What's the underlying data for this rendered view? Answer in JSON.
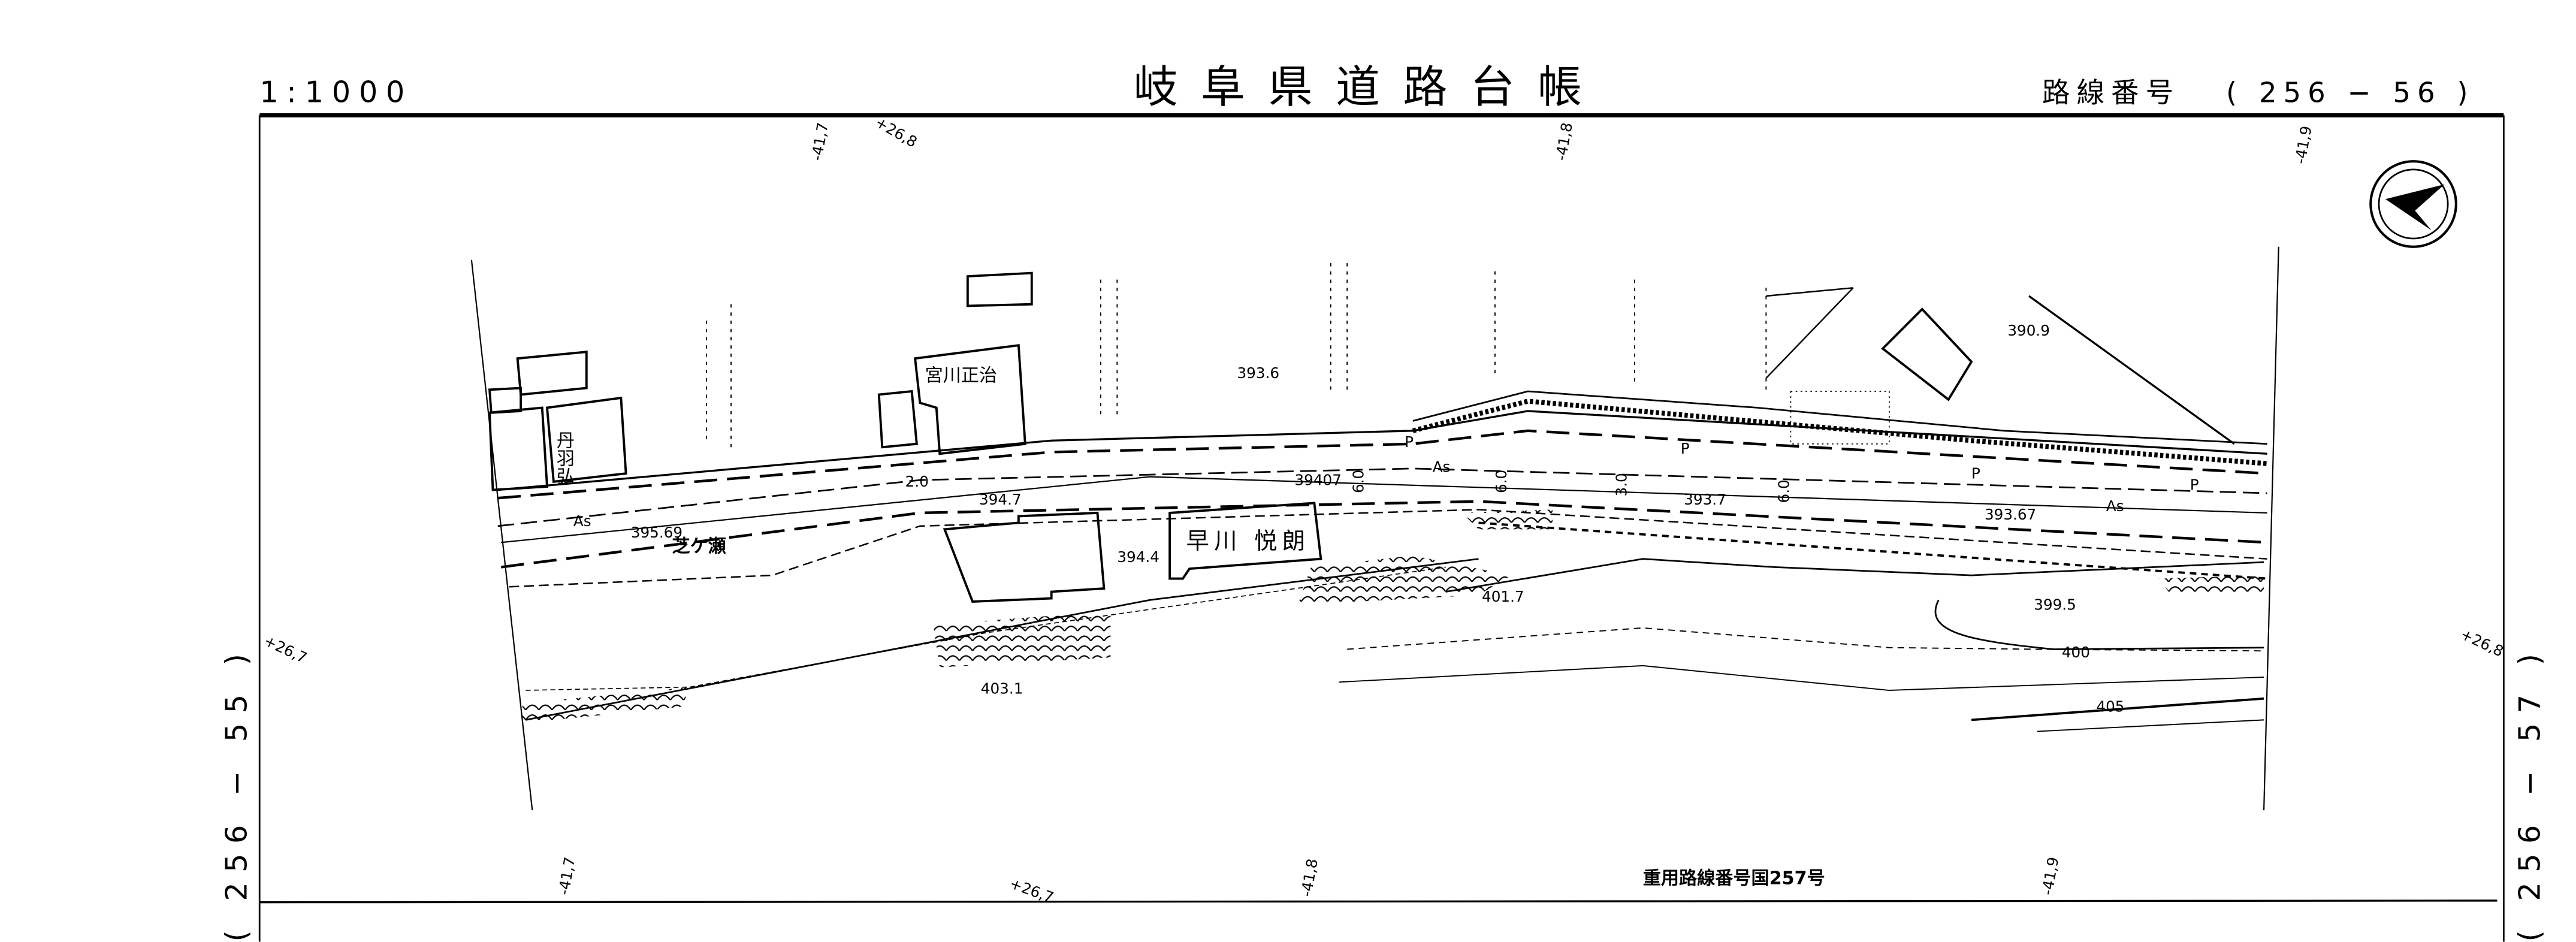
{
  "header": {
    "scale": "1:1000",
    "title": "岐阜県道路台帳",
    "route_label": "路線番号",
    "route_number": "( 256 − 56 )"
  },
  "adjacent_sheets": {
    "left": "( 256 − 55 )",
    "right": "( 256 − 57 )"
  },
  "footer": {
    "overlap_route": "重用路線番号国257号"
  },
  "grid_marks": {
    "top": [
      "-41,7",
      "+26,8",
      "-41,8",
      "-41,9"
    ],
    "sides": [
      "+26,7",
      "+26,8"
    ],
    "bottom": [
      "-41,7",
      "+26,7",
      "-41,8",
      "-41,9"
    ]
  },
  "map": {
    "elevations": [
      "393.6",
      "394.7",
      "39407",
      "393.7",
      "393.67",
      "390.9",
      "395.69",
      "394.4",
      "401.7",
      "399.5",
      "403.1"
    ],
    "contours": [
      "400",
      "405"
    ],
    "widths": [
      "2.0",
      "6.0",
      "6.0",
      "3.0",
      "6.0"
    ],
    "surface": [
      "As",
      "As",
      "As"
    ],
    "parking": [
      "P",
      "P",
      "P",
      "P"
    ],
    "owners": [
      "丹羽弘",
      "宮川正治",
      "早川 悦朗"
    ],
    "place": "芝ケ瀬"
  },
  "north_arrow": "north-arrow"
}
